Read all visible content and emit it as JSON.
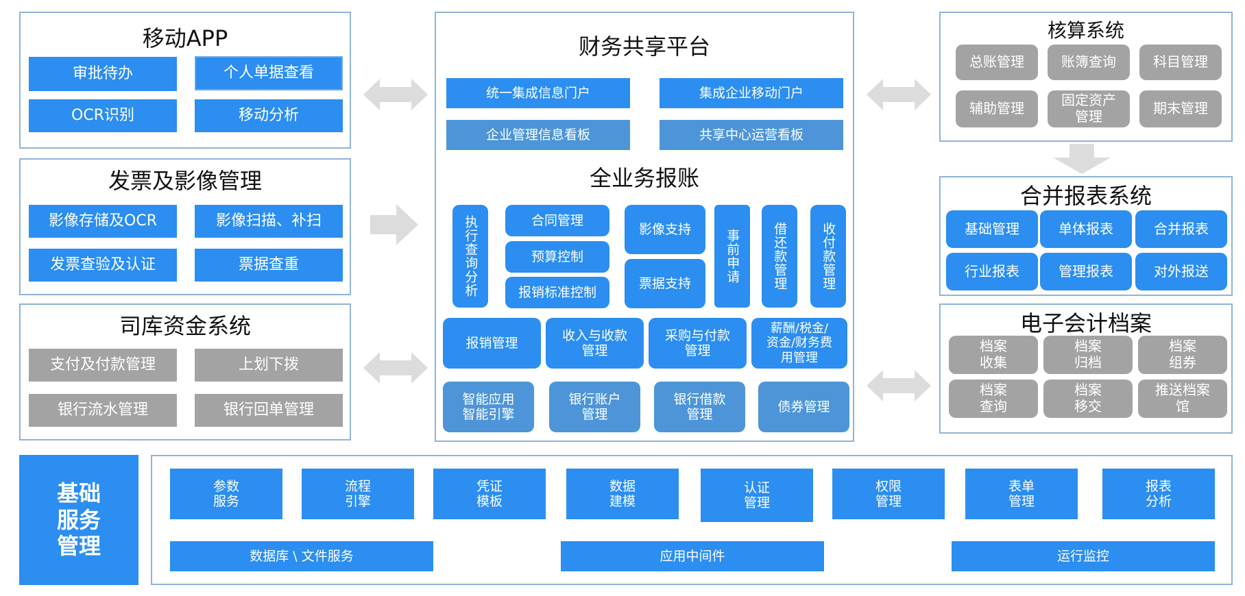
{
  "colors": {
    "blue": "#2b8ef0",
    "mid_blue": "#4d95d8",
    "grey": "#a3a3a3",
    "border": "#8fb3d9",
    "arrow": "#dcdcdc"
  },
  "mobile": {
    "title": "移动APP",
    "items": [
      "审批待办",
      "个人单据查看",
      "OCR识别",
      "移动分析"
    ]
  },
  "invoice": {
    "title": "发票及影像管理",
    "items": [
      "影像存储及OCR",
      "影像扫描、补扫",
      "发票查验及认证",
      "票据查重"
    ]
  },
  "treasury": {
    "title": "司库资金系统",
    "items": [
      "支付及付款管理",
      "上划下拨",
      "银行流水管理",
      "银行回单管理"
    ]
  },
  "platform": {
    "title": "财务共享平台",
    "top_items": [
      "统一集成信息门户",
      "集成企业移动门户",
      "企业管理信息看板",
      "共享中心运营看板"
    ],
    "subtitle": "全业务报账",
    "vertical_items": [
      "执行查询分析",
      "事前申请",
      "借还款管理",
      "收付款管理"
    ],
    "middle_items": [
      "合同管理",
      "预算控制",
      "报销标准控制",
      "影像支持",
      "票据支持"
    ],
    "row1": [
      "报销管理",
      "收入与收款\n管理",
      "采购与付款\n管理",
      "薪酬/税金/\n资金/财务费\n用管理"
    ],
    "row2": [
      "智能应用\n智能引擎",
      "银行账户\n管理",
      "银行借款\n管理",
      "债券管理"
    ]
  },
  "accounting": {
    "title": "核算系统",
    "items": [
      "总账管理",
      "账簿查询",
      "科目管理",
      "辅助管理",
      "固定资产\n管理",
      "期末管理"
    ]
  },
  "consolidation": {
    "title": "合并报表系统",
    "items": [
      "基础管理",
      "单体报表",
      "合并报表",
      "行业报表",
      "管理报表",
      "对外报送"
    ]
  },
  "archive": {
    "title": "电子会计档案",
    "items": [
      "档案\n收集",
      "档案\n归档",
      "档案\n组券",
      "档案\n查询",
      "档案\n移交",
      "推送档案\n馆"
    ]
  },
  "base": {
    "title": "基础\n服务\n管理",
    "services": [
      "参数\n服务",
      "流程\n引擎",
      "凭证\n模板",
      "数据\n建模",
      "认证\n管理",
      "权限\n管理",
      "表单\n管理",
      "报表\n分析"
    ],
    "bottom": [
      "数据库 \\ 文件服务",
      "应用中间件",
      "运行监控"
    ]
  }
}
